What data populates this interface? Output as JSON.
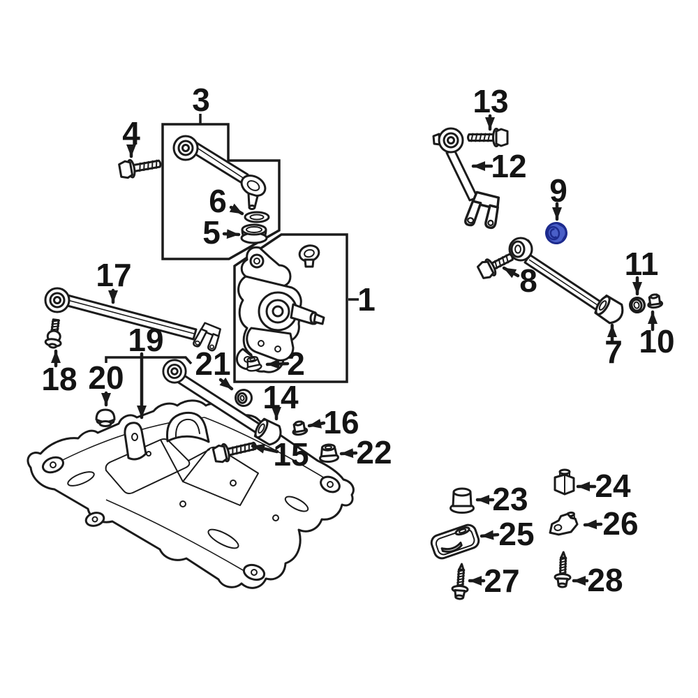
{
  "diagram": {
    "type": "exploded-parts-diagram",
    "subject": "rear suspension components",
    "background_color": "#ffffff",
    "line_color": "#1b1b1b",
    "highlight_color": "#4a5fc8",
    "highlight_outline": "#1d2b8e",
    "highlight_light": "#8fa0e4",
    "highlighted_callout": "9",
    "callouts": [
      {
        "num": "1"
      },
      {
        "num": "2"
      },
      {
        "num": "3"
      },
      {
        "num": "4"
      },
      {
        "num": "5"
      },
      {
        "num": "6"
      },
      {
        "num": "7"
      },
      {
        "num": "8"
      },
      {
        "num": "9"
      },
      {
        "num": "10"
      },
      {
        "num": "11"
      },
      {
        "num": "12"
      },
      {
        "num": "13"
      },
      {
        "num": "14"
      },
      {
        "num": "15"
      },
      {
        "num": "16"
      },
      {
        "num": "17"
      },
      {
        "num": "18"
      },
      {
        "num": "19"
      },
      {
        "num": "20"
      },
      {
        "num": "21"
      },
      {
        "num": "22"
      },
      {
        "num": "23"
      },
      {
        "num": "24"
      },
      {
        "num": "25"
      },
      {
        "num": "26"
      },
      {
        "num": "27"
      },
      {
        "num": "28"
      }
    ]
  }
}
